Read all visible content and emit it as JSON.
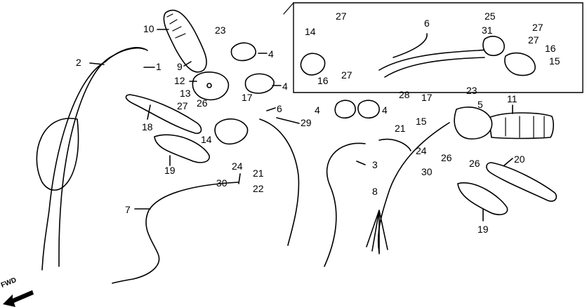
{
  "labels": {
    "l2": "2",
    "l1": "1",
    "l10": "10",
    "l9": "9",
    "l23a": "23",
    "l4a": "4",
    "l4b": "4",
    "l12": "12",
    "l13": "13",
    "l17a": "17",
    "l6a": "6",
    "l27a": "27",
    "l26a": "26",
    "l18": "18",
    "l14a": "14",
    "l19a": "19",
    "l30a": "30",
    "l24a": "24",
    "l21a": "21",
    "l22": "22",
    "l7": "7",
    "l29": "29",
    "l3": "3",
    "l8": "8",
    "l4c": "4",
    "l4d": "4",
    "l28": "28",
    "l17b": "17",
    "l23b": "23",
    "l5": "5",
    "l11": "11",
    "l15a": "15",
    "l21b": "21",
    "l24b": "24",
    "l26b": "26",
    "l26c": "26",
    "l30b": "30",
    "l20": "20",
    "l19b": "19",
    "l14b": "14",
    "l27b": "27",
    "l27c": "27",
    "l16a": "16",
    "l6b": "6",
    "l25": "25",
    "l31": "31",
    "l27d": "27",
    "l27e": "27",
    "l16b": "16",
    "l15b": "15"
  },
  "direction_marker": "FWD"
}
